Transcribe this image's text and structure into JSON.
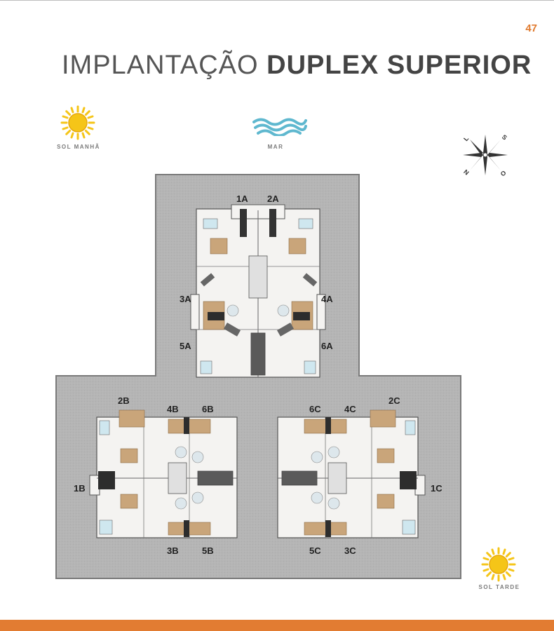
{
  "page": {
    "number": "47"
  },
  "title": {
    "light": "IMPLANTAÇÃO",
    "bold": "DUPLEX SUPERIOR"
  },
  "legend": {
    "sol_manha": "SOL MANHÃ",
    "mar": "MAR",
    "sol_tarde": "SOL TARDE"
  },
  "compass": {
    "n": "N",
    "s": "S",
    "l": "L",
    "o": "O"
  },
  "units": {
    "tower_a": [
      "1A",
      "2A",
      "3A",
      "4A",
      "5A",
      "6A"
    ],
    "tower_b": [
      "2B",
      "4B",
      "6B",
      "1B",
      "3B",
      "5B"
    ],
    "tower_c": [
      "6C",
      "4C",
      "2C",
      "1C",
      "5C",
      "3C"
    ]
  },
  "colors": {
    "accent": "#e27c32",
    "page_number": "#e07a2e",
    "lot": "#b4b4b4",
    "sun": "#f5c518",
    "sea": "#5fb8cf"
  }
}
